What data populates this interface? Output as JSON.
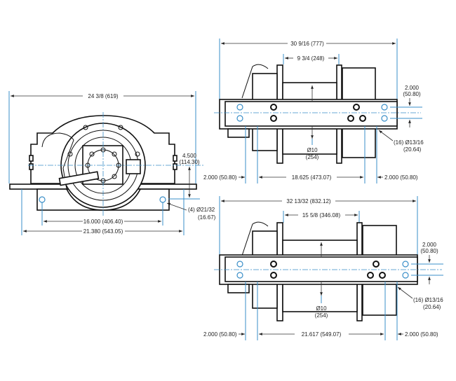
{
  "front_view": {
    "overall_width": "24 3/8 (619)",
    "center_height_in": "4.500",
    "center_height_mm": "(114.30)",
    "mount_hole_spacing": "16.000 (406.40)",
    "base_width": "21.380 (543.05)",
    "mount_holes_in": "(4) Ø21/32",
    "mount_holes_mm": "(16.67)"
  },
  "side_view_standard": {
    "overall_length": "30 9/16 (777)",
    "drum_length": "9 3/4 (248)",
    "hole_spacing_in": "2.000",
    "hole_spacing_mm": "(50.80)",
    "drum_diameter_in": "Ø10",
    "drum_diameter_mm": "(254)",
    "holes_in": "(16) Ø13/16",
    "holes_mm": "(20.64)",
    "left_offset": "2.000 (50.80)",
    "base_hole_span": "18.625 (473.07)",
    "right_offset": "2.000 (50.80)"
  },
  "side_view_long": {
    "overall_length": "32 13/32 (832.12)",
    "drum_length": "15 5/8 (346.08)",
    "hole_spacing_in": "2.000",
    "hole_spacing_mm": "(50.80)",
    "drum_diameter_in": "Ø10",
    "drum_diameter_mm": "(254)",
    "holes_in": "(16) Ø13/16",
    "holes_mm": "(20.64)",
    "left_offset": "2.000 (50.80)",
    "base_hole_span": "21.617 (549.07)",
    "right_offset": "2.000 (50.80)"
  }
}
